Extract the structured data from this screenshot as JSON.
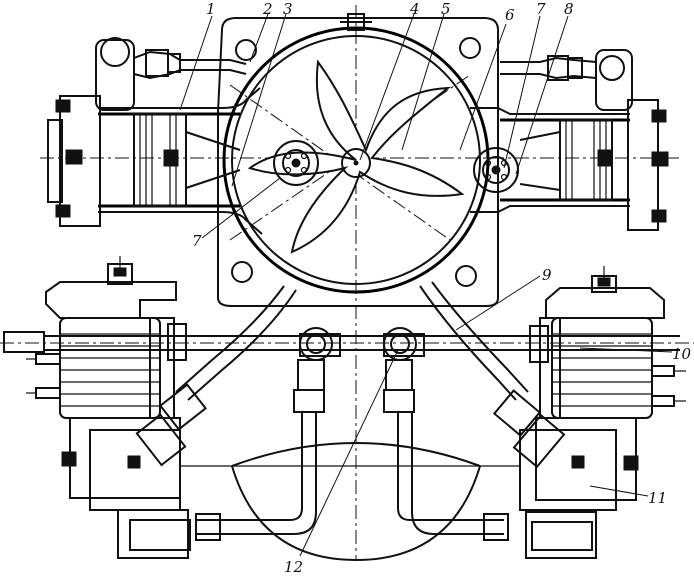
{
  "callouts": {
    "c1": "1",
    "c2": "2",
    "c3": "3",
    "c4": "4",
    "c5": "5",
    "c6": "6",
    "c7_upper": "7",
    "c7_lower": "7",
    "c8": "8",
    "c9": "9",
    "c10": "10",
    "c11": "11",
    "c12": "12"
  }
}
